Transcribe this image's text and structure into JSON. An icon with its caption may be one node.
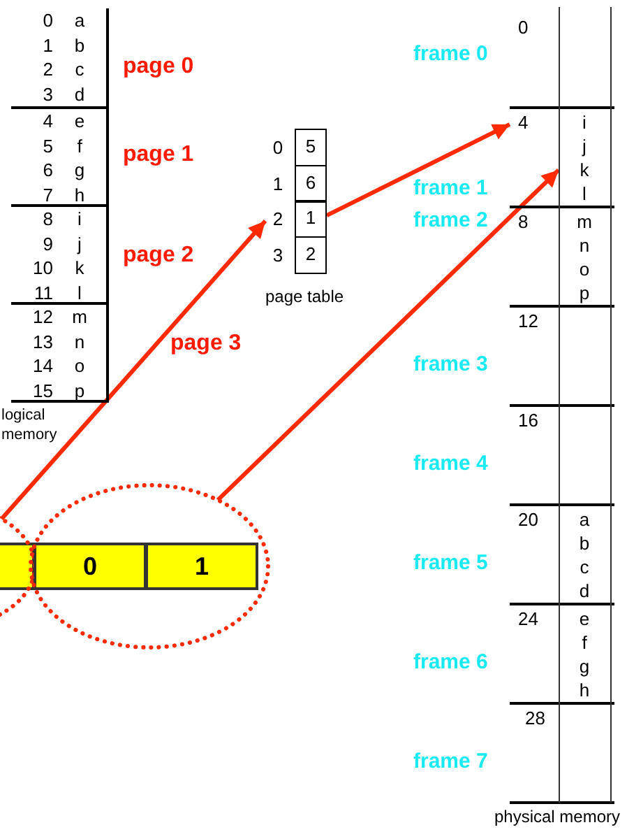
{
  "diagram": {
    "nodes": [
      {
        "text": [
          "0",
          "a",
          "1",
          "b",
          "2",
          "c",
          "3",
          "d"
        ],
        "beside": [
          "page 0"
        ]
      },
      {
        "text": [
          "4",
          "e",
          "5",
          "f",
          "6",
          "g",
          "7",
          "h"
        ],
        "beside": [
          "page 1"
        ]
      },
      {
        "text": [
          "8",
          "i",
          "9",
          "j",
          "10",
          "k",
          "11",
          "l"
        ],
        "beside": [
          "page 2"
        ]
      },
      {
        "text": [
          "12",
          "m",
          "13",
          "n",
          "14",
          "o",
          "15",
          "p"
        ],
        "beside": [
          "page 3"
        ]
      },
      {
        "text": [
          "page table"
        ]
      },
      {
        "text": [
          "5"
        ],
        "beside": [
          "0"
        ],
        "in": 4
      },
      {
        "text": [
          "6"
        ],
        "beside": [
          "1"
        ],
        "in": 4
      },
      {
        "text": [
          "1"
        ],
        "beside": [
          "2"
        ],
        "in": 4
      },
      {
        "text": [
          "2"
        ],
        "beside": [
          "3"
        ],
        "in": 4
      },
      {
        "text": [
          "0"
        ],
        "beside": [
          "frame 0"
        ]
      },
      {
        "text": [],
        "shape": "box",
        "in": 9
      },
      {
        "text": [
          "4"
        ],
        "beside": [
          "frame 1"
        ]
      },
      {
        "text": [
          "i",
          "j",
          "k",
          "l"
        ],
        "in": 11
      },
      {
        "text": [
          "8"
        ],
        "beside": [
          "frame 2"
        ]
      },
      {
        "text": [
          "m",
          "n",
          "o",
          "p"
        ],
        "in": 13
      },
      {
        "text": [
          "12"
        ],
        "beside": [
          "frame 3"
        ]
      },
      {
        "text": [],
        "shape": "box",
        "in": 15
      },
      {
        "text": [
          "16"
        ],
        "beside": [
          "frame 4"
        ]
      },
      {
        "text": [],
        "shape": "box",
        "in": 17
      },
      {
        "text": [
          "20"
        ],
        "beside": [
          "frame 5"
        ]
      },
      {
        "text": [
          "a",
          "b",
          "c",
          "d"
        ],
        "in": 19
      },
      {
        "text": [
          "24"
        ],
        "beside": [
          "frame 6"
        ]
      },
      {
        "text": [
          "e",
          "f",
          "g",
          "h"
        ],
        "in": 21
      },
      {
        "text": [
          "28"
        ],
        "beside": [
          "frame 7"
        ]
      },
      {
        "text": [],
        "shape": "box",
        "in": 23
      },
      {
        "text": [],
        "shape": "ellipse"
      },
      {
        "text": [],
        "shape": "ellipse"
      },
      {
        "text": [],
        "shape": "box",
        "in": 25
      },
      {
        "text": [
          "0"
        ],
        "in": 26
      },
      {
        "text": [
          "1"
        ],
        "in": 26
      }
    ],
    "edges": [
      {
        "from": 25,
        "to": 7,
        "arrow": "to"
      },
      {
        "from": 7,
        "to": 11,
        "arrow": "to"
      },
      {
        "from": 26,
        "to": 12,
        "arrow": "to"
      }
    ],
    "labels": [
      "logical memory",
      "physical memory"
    ]
  }
}
